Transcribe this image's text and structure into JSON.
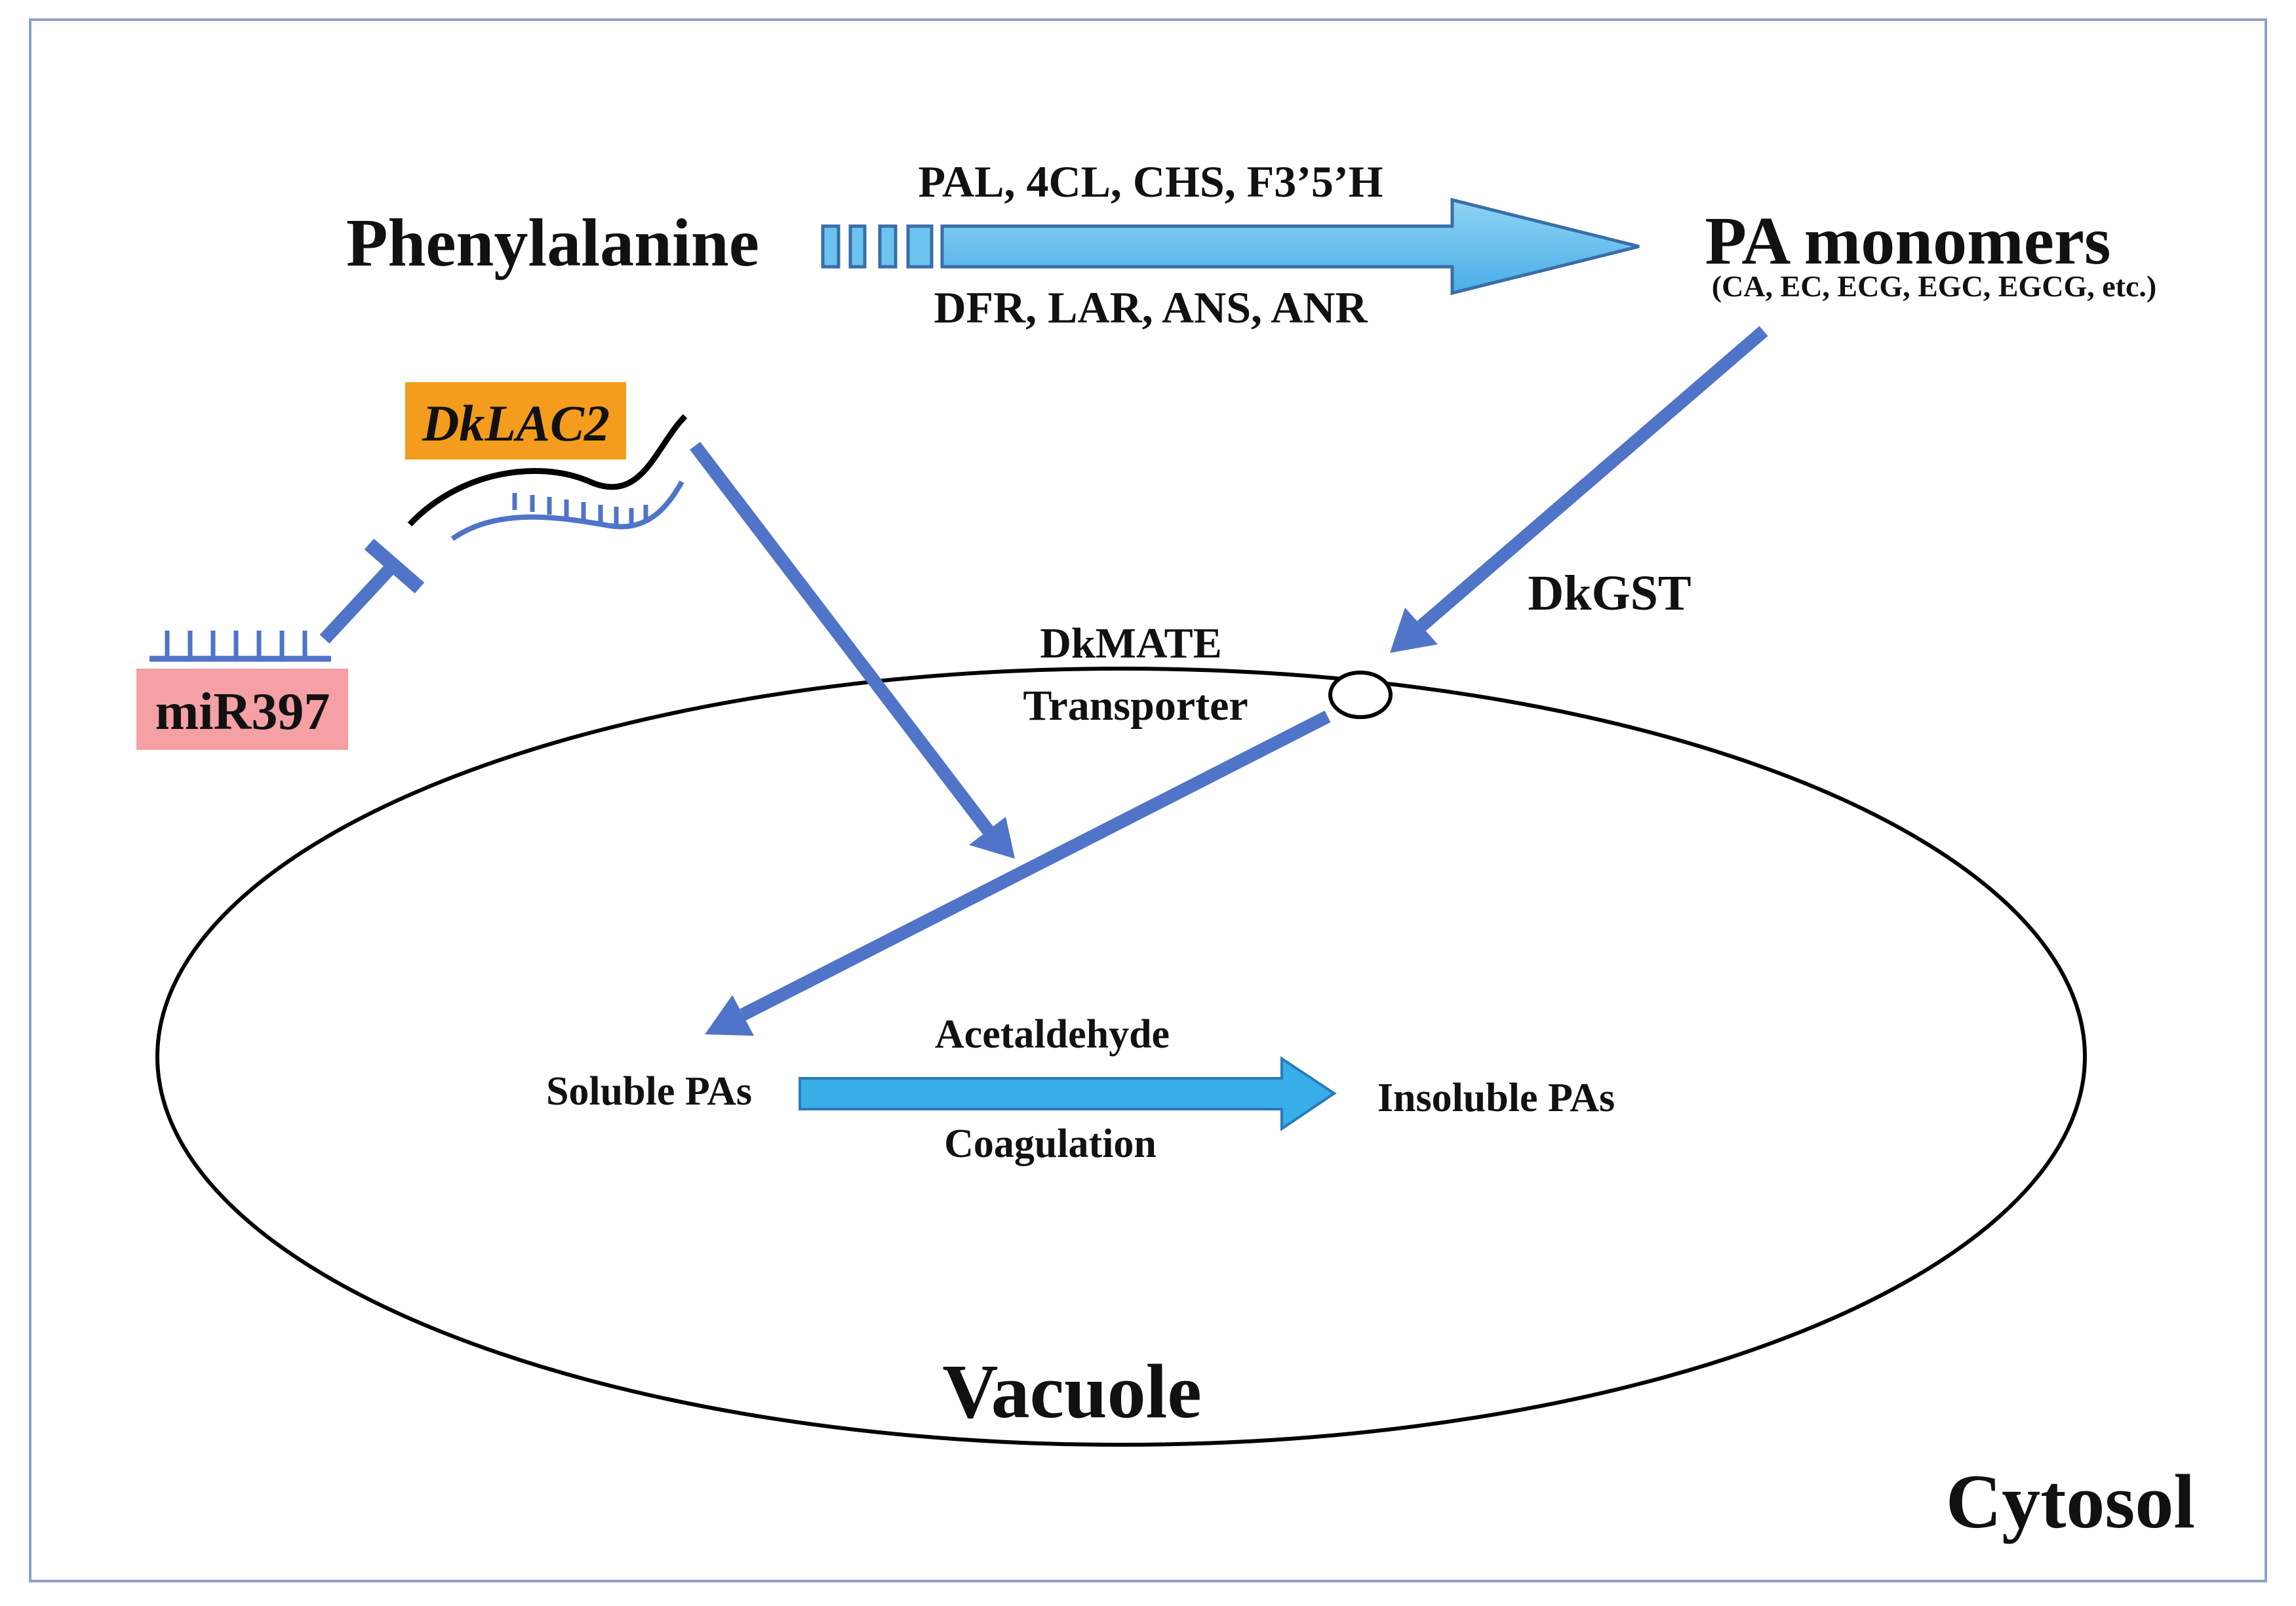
{
  "labels": {
    "phenylalanine": "Phenylalanine",
    "enzymes_top": "PAL, 4CL, CHS, F3’5’H",
    "enzymes_bottom": "DFR, LAR, ANS, ANR",
    "pa_monomers": "PA monomers",
    "pa_monomers_sub": "(CA, EC, ECG, EGC, EGCG, etc.)",
    "dklac2": "DkLAC2",
    "mir397": "miR397",
    "dkgst": "DkGST",
    "dkmate_line1": "DkMATE",
    "dkmate_line2": "Transporter",
    "soluble_pas": "Soluble PAs",
    "acetaldehyde": "Acetaldehyde",
    "coagulation": "Coagulation",
    "insoluble_pas": "Insoluble PAs",
    "vacuole": "Vacuole",
    "cytosol": "Cytosol"
  },
  "colors": {
    "arrow_blue": "#4f74c8",
    "light_blue": "#5bb8ea",
    "dklac2_box": "#f39c1d",
    "mir397_box": "#f4a0a4",
    "frame": "#8fa0c8"
  }
}
